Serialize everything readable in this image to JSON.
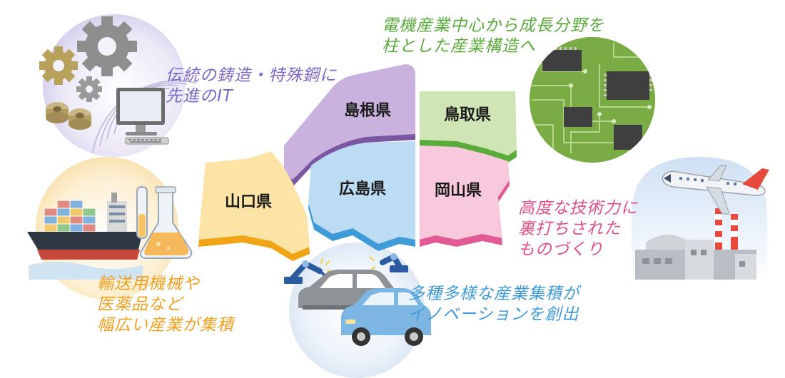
{
  "prefectures": {
    "yamaguchi": "山口県",
    "shimane": "島根県",
    "tottori": "鳥取県",
    "hiroshima": "広島県",
    "okayama": "岡山県"
  },
  "captions": {
    "steel_it": [
      "伝統の鋳造・特殊鋼に",
      "先進のIT"
    ],
    "electronics": [
      "電機産業中心から成長分野を",
      "柱とした産業構造へ"
    ],
    "transport": [
      "輸送用機械や",
      "医薬品など",
      "幅広い産業が集積"
    ],
    "auto": [
      "多種多様な産業集積が",
      "イノベーションを創出"
    ],
    "manufacturing": [
      "高度な技術力に",
      "裏打ちされた",
      "ものづくり"
    ]
  },
  "colors": {
    "yamaguchi": "#fce3a6",
    "shimane": "#c9b3de",
    "tottori": "#cfe5b5",
    "hiroshima": "#bcdcf3",
    "okayama": "#f8c9dc",
    "caption_steel_it": "#7b68c8",
    "caption_electronics": "#5aaa3c",
    "caption_transport": "#f0a020",
    "caption_auto": "#3f9ad8",
    "caption_manufacturing": "#e0508a"
  },
  "icons": [
    "gear-icon",
    "computer-icon",
    "circuit-board-icon",
    "cargo-ship-icon",
    "flask-icon",
    "robot-arm-icon",
    "car-icon",
    "airplane-icon",
    "factory-icon"
  ]
}
